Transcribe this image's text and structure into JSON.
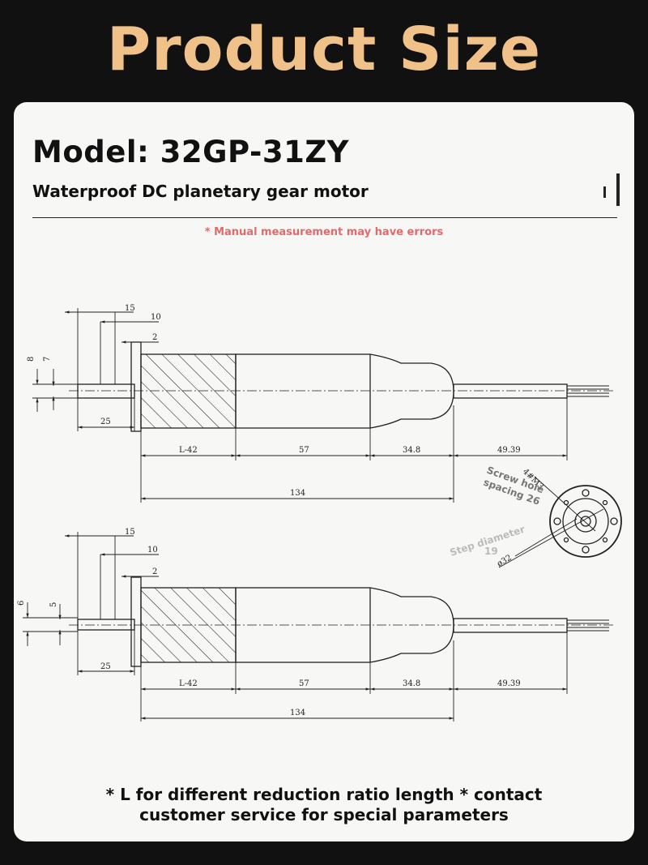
{
  "header": {
    "title": "Product Size"
  },
  "card": {
    "model": "Model: 32GP-31ZY",
    "subtitle": "Waterproof DC planetary gear motor",
    "note": "* Manual measurement may have errors",
    "footer": "* L for different reduction ratio length * contact customer service for special parameters"
  },
  "drawing_top": {
    "dims": {
      "d15": "15",
      "d10": "10",
      "d2": "2",
      "d8": "8",
      "d7": "7",
      "d25": "25",
      "dL": "L-42",
      "d57": "57",
      "d348": "34.8",
      "d4939": "49.39",
      "d134": "134"
    }
  },
  "drawing_bottom": {
    "dims": {
      "d15": "15",
      "d10": "10",
      "d2": "2",
      "d6": "6",
      "d5": "5",
      "d25": "25",
      "dL": "L-42",
      "d57": "57",
      "d348": "34.8",
      "d4939": "49.39",
      "d134": "134"
    }
  },
  "end_view": {
    "screw_spec": "4#M3",
    "screw_label": "Screw hole",
    "spacing_label": "spacing 26",
    "step_label": "Step diameter",
    "step_value": "19",
    "outer_diameter": "ø32"
  },
  "colors": {
    "title": "#f0c28a",
    "note": "#e46a6a",
    "background": "#111111",
    "card": "#f7f7f5"
  }
}
